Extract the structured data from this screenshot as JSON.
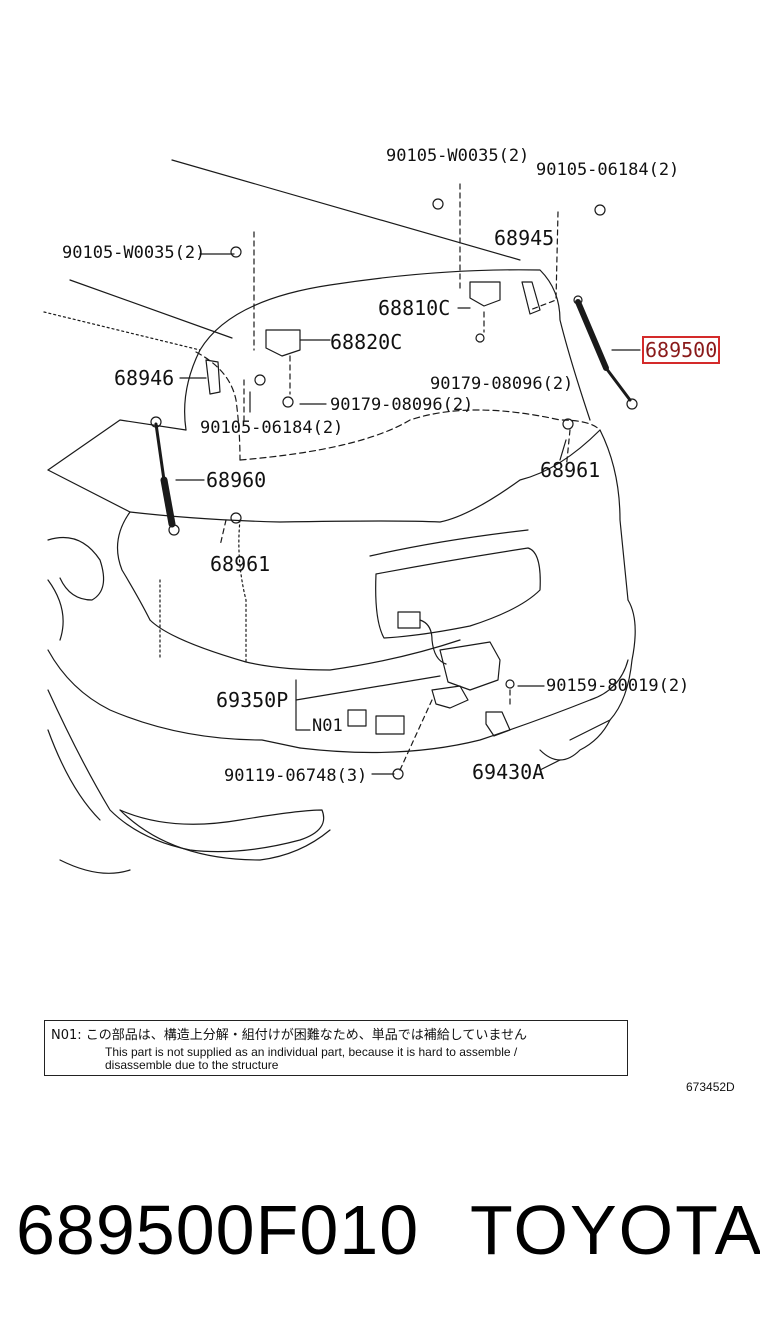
{
  "labels": {
    "w0035_top": "90105-W0035(2)",
    "s06184_top": "90105-06184(2)",
    "p68945": "68945",
    "w0035_left": "90105-W0035(2)",
    "p68810c": "68810C",
    "p68820c": "68820C",
    "p689500": "689500",
    "p68946": "68946",
    "c08096_right": "90179-08096(2)",
    "c08096_left": "90179-08096(2)",
    "s06184_left": "90105-06184(2)",
    "p68961_right": "68961",
    "p68960": "68960",
    "p68961_left": "68961",
    "p69350p": "69350P",
    "s80019": "90159-80019(2)",
    "n01": "N01",
    "s06748": "90119-06748(3)",
    "p69430a": "69430A"
  },
  "note": {
    "jp": "N01: この部品は、構造上分解・組付けが困難なため、単品では補給していません",
    "en_line1": "This part is not supplied as an individual part, because it is hard to assemble /",
    "en_line2": "disassemble due to the structure"
  },
  "figure_code": "673452D",
  "footer": {
    "part_number": "689500F010",
    "brand": "TOYOTA"
  },
  "colors": {
    "highlight": "#d42a2a",
    "line": "#1a1a1a"
  }
}
